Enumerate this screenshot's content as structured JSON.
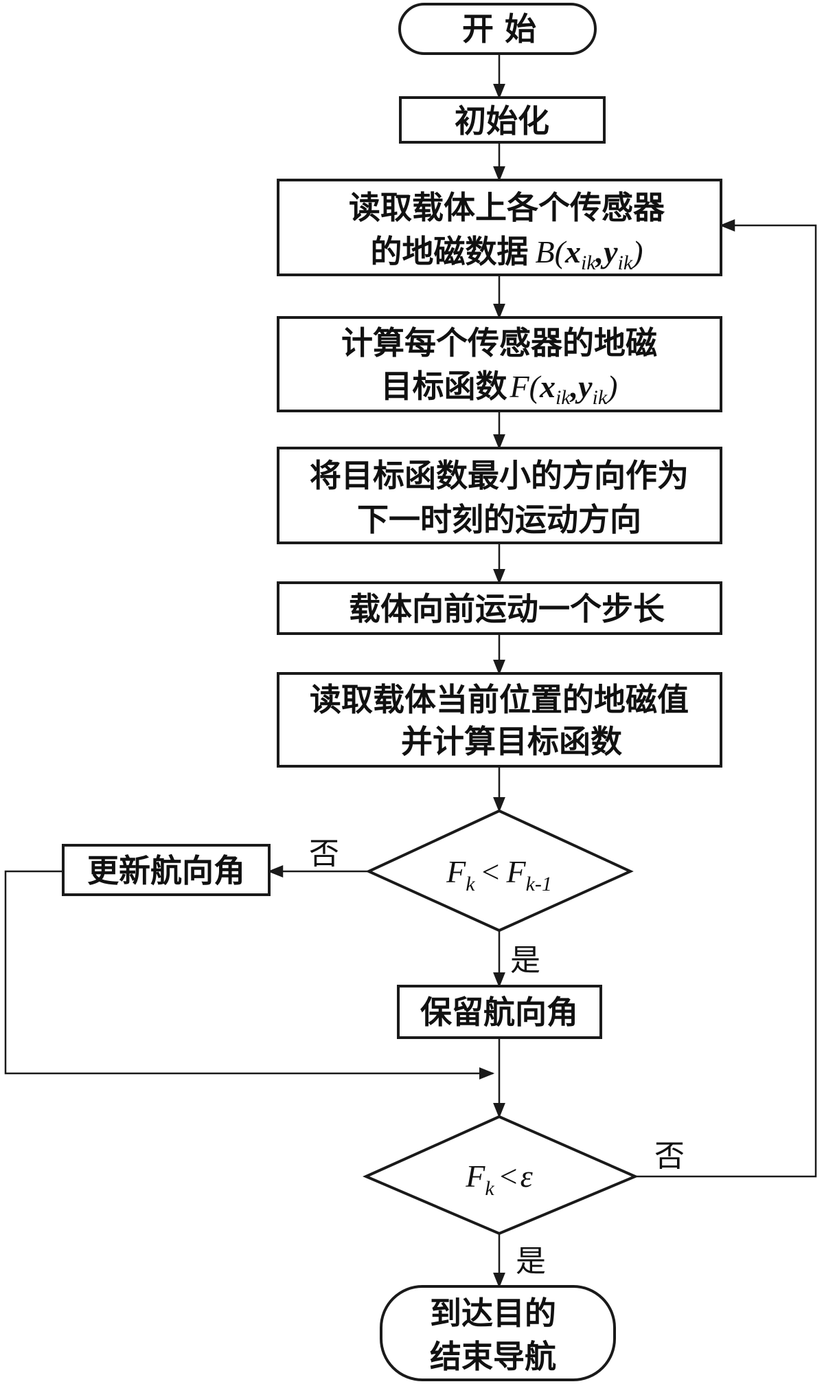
{
  "nodes": {
    "start": "开 始",
    "init": "初始化",
    "read_line1": "读取载体上各个传感器",
    "read_line2_prefix": "的地磁数据",
    "read_func": "B",
    "calc_line1": "计算每个传感器的地磁",
    "calc_line2_prefix": "目标函数",
    "calc_func": "F",
    "var_x": "x",
    "var_y": "y",
    "var_sub": "ik",
    "dir_line1": "将目标函数最小的方向作为",
    "dir_line2": "下一时刻的运动方向",
    "step": "载体向前运动一个步长",
    "read2_line1": "读取载体当前位置的地磁值",
    "read2_line2": "并计算目标函数",
    "decision1_f": "F",
    "decision1_sub_k": "k",
    "decision1_op": "<",
    "decision1_sub_k1": "k-1",
    "update": "更新航向角",
    "keep": "保留航向角",
    "decision2_f": "F",
    "decision2_sub": "k",
    "decision2_op": "<",
    "decision2_eps": "ε",
    "end_line1": "到达目的",
    "end_line2": "结束导航"
  },
  "labels": {
    "no1": "否",
    "yes1": "是",
    "no2": "否",
    "yes2": "是"
  },
  "colors": {
    "stroke": "#1a1a1a",
    "fill": "#ffffff"
  }
}
